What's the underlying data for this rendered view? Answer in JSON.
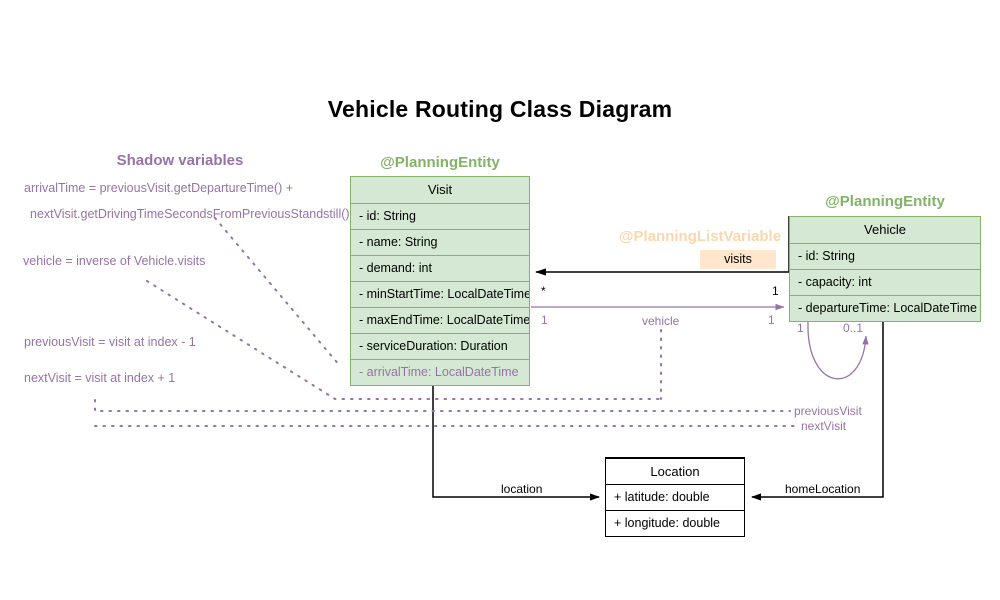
{
  "title": "Vehicle Routing Class Diagram",
  "colors": {
    "entity_fill": "#d5e8d4",
    "entity_stroke": "#82b366",
    "entity_accent": "#82b366",
    "shadow_purple": "#9673a6",
    "list_variable_orange": "#fad7ac",
    "chip_fill": "#ffe6cc",
    "plain_stroke": "#000000",
    "background": "#ffffff"
  },
  "sections": {
    "shadow_variables_heading": "Shadow variables",
    "planning_entity_visit_heading": "@PlanningEntity",
    "planning_entity_vehicle_heading": "@PlanningEntity",
    "planning_list_variable_heading": "@PlanningListVariable"
  },
  "notes": [
    {
      "text": "arrivalTime = previousVisit.getDepartureTime() +"
    },
    {
      "text": "nextVisit.getDrivingTimeSecondsFromPreviousStandstill()"
    },
    {
      "text": "vehicle = inverse of Vehicle.visits"
    },
    {
      "text": "previousVisit = visit at index - 1"
    },
    {
      "text": "nextVisit = visit at index + 1"
    }
  ],
  "classes": {
    "visit": {
      "name": "Visit",
      "stereotype": "@PlanningEntity",
      "attributes": [
        {
          "text": "- id: String",
          "shadow": false
        },
        {
          "text": "- name: String",
          "shadow": false
        },
        {
          "text": "- demand: int",
          "shadow": false
        },
        {
          "text": "- minStartTime: LocalDateTime",
          "shadow": false
        },
        {
          "text": "- maxEndTime: LocalDateTime",
          "shadow": false
        },
        {
          "text": "- serviceDuration: Duration",
          "shadow": false
        },
        {
          "text": "- arrivalTime: LocalDateTime",
          "shadow": true
        }
      ]
    },
    "vehicle": {
      "name": "Vehicle",
      "stereotype": "@PlanningEntity",
      "attributes": [
        {
          "text": "- id: String",
          "shadow": false
        },
        {
          "text": "- capacity: int",
          "shadow": false
        },
        {
          "text": "- departureTime: LocalDateTime",
          "shadow": false
        }
      ]
    },
    "location": {
      "name": "Location",
      "attributes": [
        {
          "text": "+ latitude: double",
          "shadow": false
        },
        {
          "text": "+ longitude: double",
          "shadow": false
        }
      ]
    }
  },
  "relations": {
    "visits": {
      "label": "visits",
      "source_multiplicity": "1",
      "target_multiplicity": "*"
    },
    "vehicle_ref": {
      "label": "vehicle",
      "source_multiplicity": "1",
      "target_multiplicity": "1"
    },
    "location": {
      "label": "location"
    },
    "home_location": {
      "label": "homeLocation"
    },
    "previous_visit": {
      "label": "previousVisit"
    },
    "next_visit": {
      "label": "nextVisit"
    },
    "self_loop": {
      "source_multiplicity": "1",
      "target_multiplicity": "0..1"
    }
  }
}
